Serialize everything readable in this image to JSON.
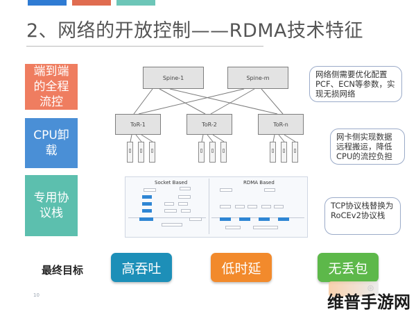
{
  "top_bar_colors": [
    "#2f7bd3",
    "#e06c50",
    "#6dc6b8"
  ],
  "title": "2、网络的开放控制——RDMA技术特征",
  "left_labels": [
    {
      "text": "端到端的全程流控",
      "color": "#ef7d60"
    },
    {
      "text": "CPU卸载",
      "color": "#4a8fd6"
    },
    {
      "text": "专用协议栈",
      "color": "#5cbfae"
    }
  ],
  "topology": {
    "spines": [
      "Spine-1",
      "Spine-m"
    ],
    "tors": [
      "ToR-1",
      "ToR-2",
      "ToR-n"
    ]
  },
  "callouts": [
    "网络侧需要优化配置PCF、ECN等参数，实现无损网络",
    "网卡侧实现数据远程搬运，降低CPU的流控负担",
    "TCP协议栈替换为RoCEv2协议栈"
  ],
  "protocol_stack": {
    "left_title": "Socket Based",
    "right_title": "RDMA Based"
  },
  "goal": {
    "label": "最终目标",
    "buttons": [
      {
        "text": "高吞吐",
        "color": "#1d8fb8"
      },
      {
        "text": "低时延",
        "color": "#f28a2c"
      },
      {
        "text": "无丢包",
        "color": "#5db84a"
      }
    ]
  },
  "page_number": "10",
  "watermark": "维普手游网"
}
